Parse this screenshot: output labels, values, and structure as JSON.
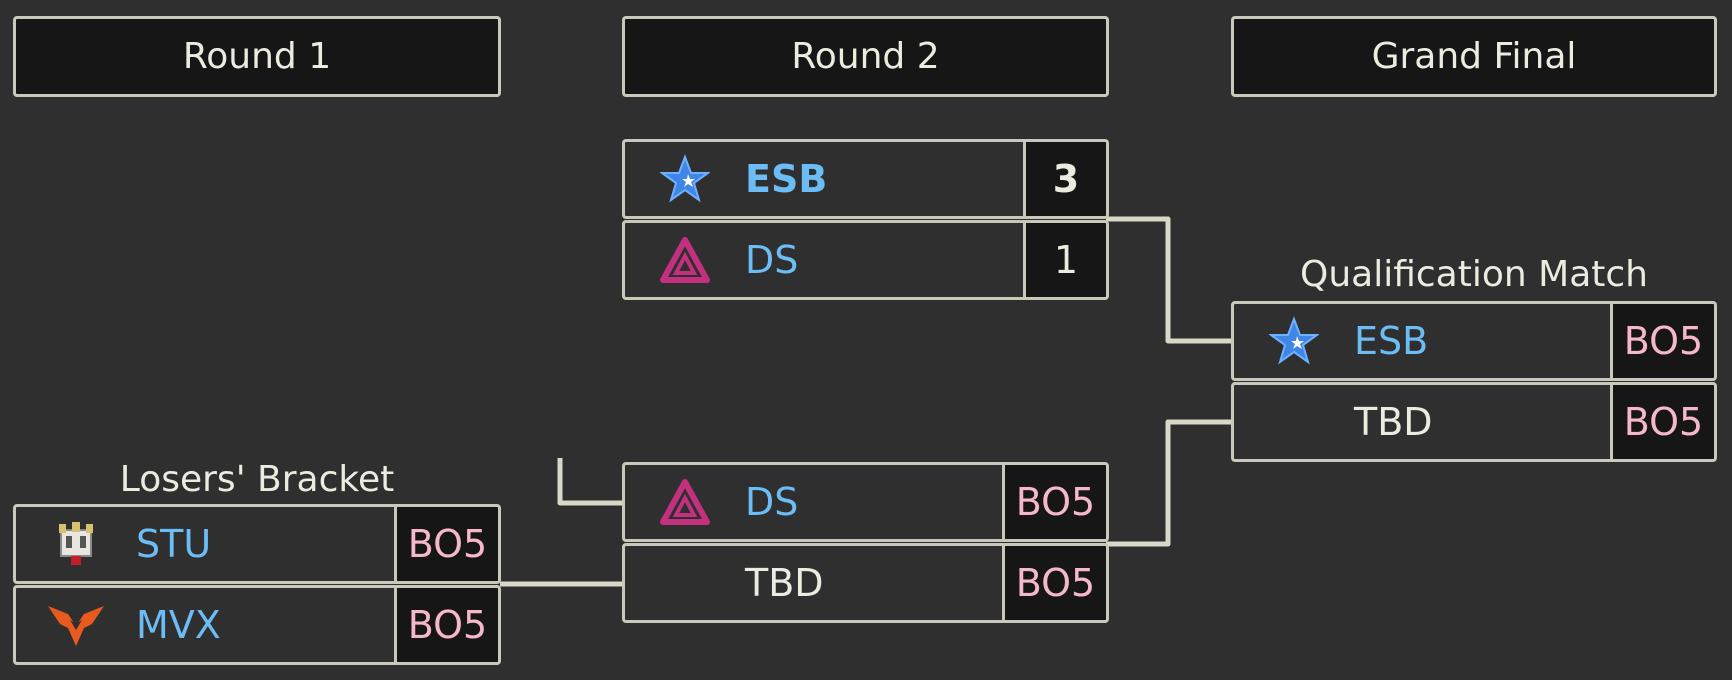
{
  "rounds": {
    "round1": "Round 1",
    "round2": "Round 2",
    "final": "Grand Final"
  },
  "captions": {
    "losers": "Losers' Bracket",
    "qualification": "Qualification Match"
  },
  "matches": {
    "upper": {
      "team1": {
        "name": "ESB",
        "logo": "star-icon",
        "score": "3"
      },
      "team2": {
        "name": "DS",
        "logo": "triangle-icon",
        "score": "1"
      }
    },
    "losers_r1": {
      "team1": {
        "name": "STU",
        "logo": "castle-crest-icon",
        "score": "BO5"
      },
      "team2": {
        "name": "MVX",
        "logo": "wings-icon",
        "score": "BO5"
      }
    },
    "losers_r2": {
      "team1": {
        "name": "DS",
        "logo": "triangle-icon",
        "score": "BO5"
      },
      "team2": {
        "name": "TBD",
        "score": "BO5"
      }
    },
    "qualification": {
      "team1": {
        "name": "ESB",
        "logo": "star-icon",
        "score": "BO5"
      },
      "team2": {
        "name": "TBD",
        "score": "BO5"
      }
    }
  },
  "colors": {
    "background": "#2f2f2f",
    "panel": "#161616",
    "border": "#c9c8bb",
    "team_name": "#6cbcf5",
    "best_of": "#f5b8c8"
  }
}
